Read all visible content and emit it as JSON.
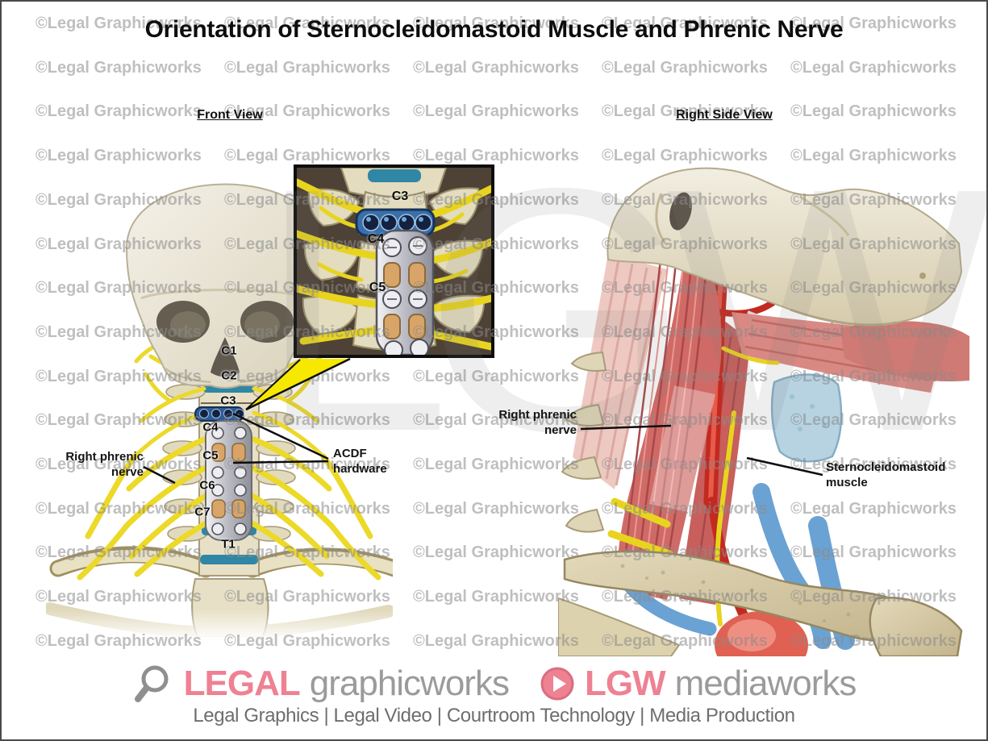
{
  "title": "Orientation of Sternocleidomastoid Muscle and Phrenic Nerve",
  "watermark": {
    "tile_text": "©Legal Graphicworks",
    "big_text": "LGW"
  },
  "front_view": {
    "label": "Front View",
    "vertebrae_labels": [
      "C1",
      "C2",
      "C3",
      "C4",
      "C5",
      "C6",
      "C7",
      "T1"
    ],
    "phrenic_label": {
      "line1": "Right phrenic",
      "line2": "nerve"
    },
    "acdf_label": {
      "line1": "ACDF",
      "line2": "hardware"
    }
  },
  "inset": {
    "labels": [
      "C3",
      "C4",
      "C5"
    ]
  },
  "side_view": {
    "label": "Right Side View",
    "phrenic_label": {
      "line1": "Right phrenic",
      "line2": "nerve"
    },
    "scm_label": {
      "line1": "Sternocleidomastoid",
      "line2": "muscle"
    }
  },
  "footer": {
    "graphicworks_bold": "LEGAL",
    "graphicworks_rest": "graphicworks",
    "mediaworks_bold": "LGW",
    "mediaworks_rest": "mediaworks",
    "tagline": "Legal Graphics | Legal Video | Courtroom Technology | Media Production",
    "icons": {
      "left": "magnifier-icon",
      "right": "play-icon"
    }
  },
  "colors": {
    "accent_pink": "#ee8192",
    "watermark_gray": "#8a8a8a",
    "nerve_yellow": "#ecd928",
    "bone": "#e9e2c8",
    "muscle_red": "#d06a66",
    "artery_red": "#c8312a",
    "vein_blue": "#6aa2d4",
    "disc_teal": "#2f86a5",
    "hardware_silver": "#c9c9cf",
    "label_black": "#111111"
  }
}
